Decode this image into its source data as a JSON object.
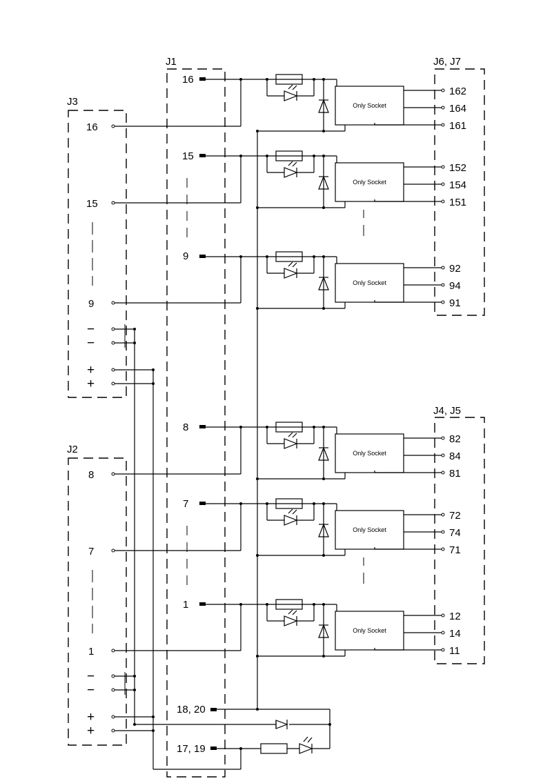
{
  "connectors": {
    "j1": "J1",
    "j2": "J2",
    "j3": "J3",
    "j6j7": "J6, J7",
    "j4j5": "J4, J5"
  },
  "j1_pins": [
    "16",
    "15",
    "9",
    "8",
    "7",
    "1",
    "18, 20",
    "17, 19"
  ],
  "j3_pins": [
    "16",
    "15",
    "9"
  ],
  "j2_pins": [
    "8",
    "7",
    "1"
  ],
  "polarity": {
    "minus": "−",
    "plus": "+"
  },
  "module_label": "Only Socket",
  "relays": [
    {
      "out": [
        "162",
        "164",
        "161"
      ]
    },
    {
      "out": [
        "152",
        "154",
        "151"
      ]
    },
    {
      "out": [
        "92",
        "94",
        "91"
      ]
    },
    {
      "out": [
        "82",
        "84",
        "81"
      ]
    },
    {
      "out": [
        "72",
        "74",
        "71"
      ]
    },
    {
      "out": [
        "12",
        "14",
        "11"
      ]
    }
  ]
}
